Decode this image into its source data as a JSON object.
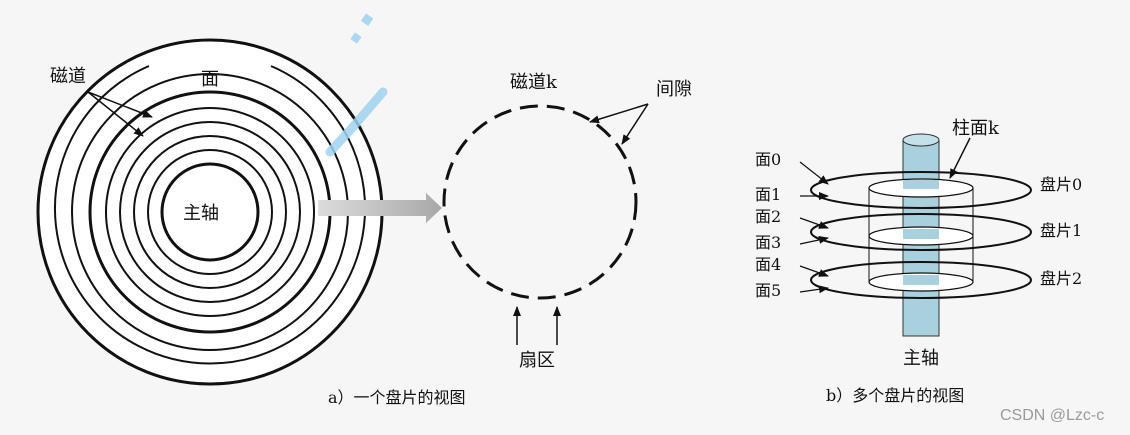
{
  "left_panel": {
    "label_track": "磁道",
    "label_surface": "面",
    "label_spindle": "主轴",
    "label_track_k": "磁道k",
    "label_gap": "间隙",
    "label_sector": "扇区",
    "caption": "a）一个盘片的视图"
  },
  "right_panel": {
    "label_cylinder": "柱面k",
    "surfaces": [
      "面0",
      "面1",
      "面2",
      "面3",
      "面4",
      "面5"
    ],
    "platters": [
      "盘片0",
      "盘片1",
      "盘片2"
    ],
    "label_spindle": "主轴",
    "caption": "b）多个盘片的视图"
  },
  "watermark": "CSDN @Lzc-c",
  "colors": {
    "line": "#111111",
    "spindle_fill": "#a9d1dd",
    "arrow_fill": "#b8b8b8",
    "watermark_blue": "#33a6e6"
  }
}
